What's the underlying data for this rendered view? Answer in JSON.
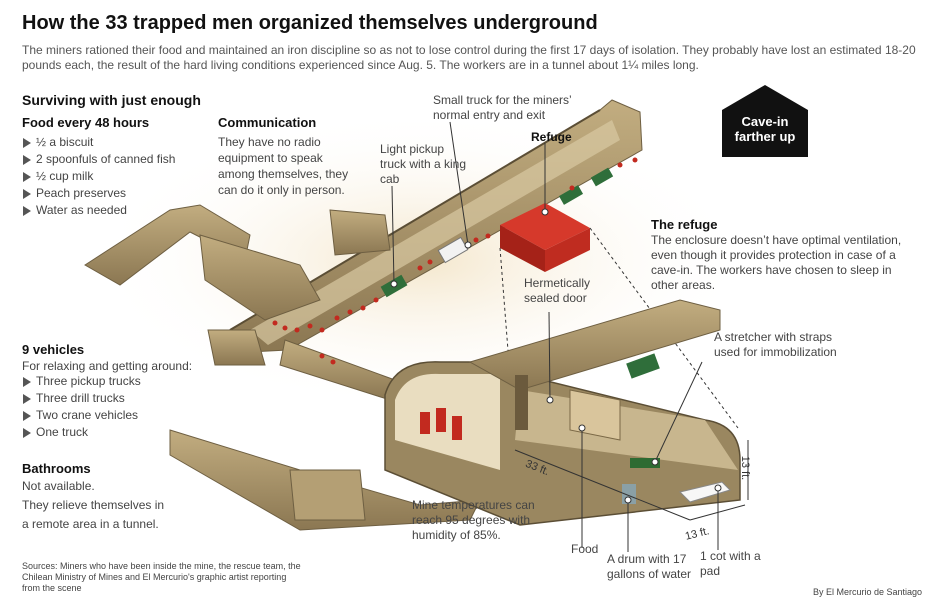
{
  "title": "How the 33 trapped men organized themselves underground",
  "intro": "The miners rationed their food and maintained an iron discipline so as not to lose control during the first 17 days of isolation. They probably have lost an estimated 18-20 pounds each, the result of the hard living conditions experienced since Aug. 5. The workers are in a tunnel about 1¼ miles long.",
  "surviving": {
    "heading": "Surviving with just enough",
    "food": {
      "heading": "Food every 48 hours",
      "items": [
        "½ a biscuit",
        "2 spoonfuls of canned fish",
        "½ cup milk",
        "Peach preserves",
        "Water as needed"
      ]
    }
  },
  "communication": {
    "heading": "Communication",
    "text": "They have no radio equipment to speak among themselves, they can do it only in person."
  },
  "vehicles": {
    "heading": "9 vehicles",
    "subtitle": "For relaxing and getting around:",
    "items": [
      "Three pickup trucks",
      "Three drill trucks",
      "Two crane vehicles",
      "One truck"
    ]
  },
  "bathrooms": {
    "heading": "Bathrooms",
    "lines": [
      "Not available.",
      "They relieve themselves in",
      "a remote area in a tunnel."
    ]
  },
  "sources": "Sources: Miners who have been inside the mine, the rescue team, the Chilean Ministry of Mines and El Mercurio's graphic artist reporting from the scene",
  "credit": "By El Mercurio de Santiago",
  "labels": {
    "small_truck": "Small truck for the miners’ normal entry and exit",
    "refuge": "Refuge",
    "light_pickup": "Light pickup truck with a king cab",
    "sealed_door": "Hermetically sealed door",
    "stretcher": "A stretcher with straps used for immobilization",
    "temperatures": "Mine temperatures can reach 95 degrees with humidity of 85%.",
    "food": "Food",
    "drum": "A drum with 17 gallons of water",
    "cot": "1 cot with a pad"
  },
  "cave_in": {
    "line1": "Cave-in",
    "line2": "farther up"
  },
  "refuge_info": {
    "heading": "The refuge",
    "text": "The enclosure doesn’t have optimal ventilation, even though it provides protection in case of a cave-in. The workers have chosen to sleep in other areas."
  },
  "dimensions": {
    "length": "33 ft.",
    "width": "13 ft.",
    "height": "13 ft."
  },
  "colors": {
    "refuge": "#b8281e",
    "rock": "#a8946a",
    "rock_dark": "#6e5f42",
    "miner": "#c22a1f",
    "truck": "#2f6e3a",
    "cave_box": "#111111"
  }
}
